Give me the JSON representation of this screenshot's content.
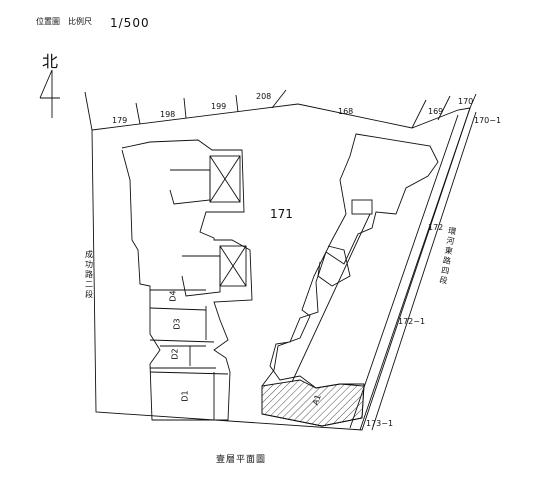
{
  "header": {
    "site_plan_label": "位置圖",
    "scale_label": "比例尺",
    "scale_value": "1/500"
  },
  "north": {
    "label": "北"
  },
  "lots": {
    "l179": "179",
    "l198": "198",
    "l199": "199",
    "l208": "208",
    "l168": "168",
    "l169": "169",
    "l170": "170",
    "l170_1": "170−1",
    "l171": "171",
    "l172": "172",
    "l172_1": "172−1",
    "l173_1": "173−1"
  },
  "roads": {
    "left": "成功路二段",
    "right": "環河東路四段"
  },
  "units": {
    "d1": "D1",
    "d2": "D2",
    "d3": "D3",
    "d4": "D4",
    "a1": "A1"
  },
  "caption": "壹層平面圖"
}
